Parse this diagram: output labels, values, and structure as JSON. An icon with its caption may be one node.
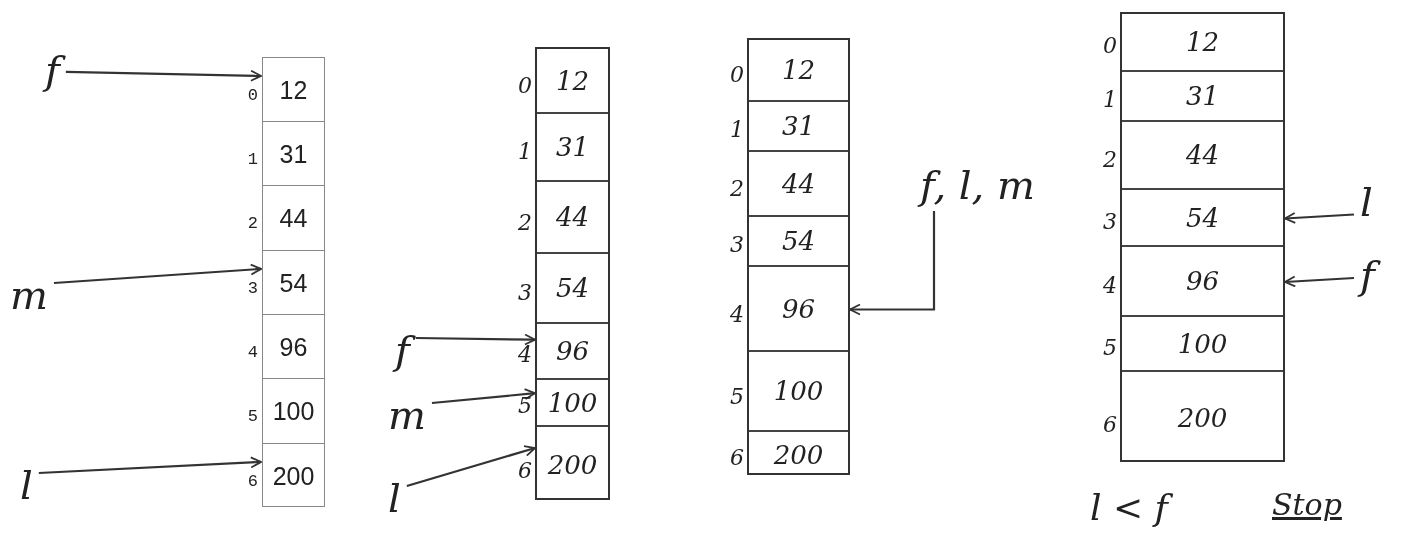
{
  "diagram": {
    "nodes": [
      {
        "text": [],
        "shape": "box"
      },
      {
        "text": [
          "12"
        ],
        "in": 0,
        "beside": [
          "0"
        ]
      },
      {
        "text": [
          "31"
        ],
        "in": 0,
        "beside": [
          "1"
        ]
      },
      {
        "text": [
          "44"
        ],
        "in": 0,
        "beside": [
          "2"
        ]
      },
      {
        "text": [
          "54"
        ],
        "in": 0,
        "beside": [
          "3"
        ]
      },
      {
        "text": [
          "96"
        ],
        "in": 0,
        "beside": [
          "4"
        ]
      },
      {
        "text": [
          "100"
        ],
        "in": 0,
        "beside": [
          "5"
        ]
      },
      {
        "text": [
          "200"
        ],
        "in": 0,
        "beside": [
          "6"
        ]
      },
      {
        "text": [
          "f"
        ]
      },
      {
        "text": [
          "m"
        ]
      },
      {
        "text": [
          "l"
        ]
      },
      {
        "text": [],
        "shape": "box"
      },
      {
        "text": [
          "12"
        ],
        "in": 11,
        "beside": [
          "0"
        ]
      },
      {
        "text": [
          "31"
        ],
        "in": 11,
        "beside": [
          "1"
        ]
      },
      {
        "text": [
          "44"
        ],
        "in": 11,
        "beside": [
          "2"
        ]
      },
      {
        "text": [
          "54"
        ],
        "in": 11,
        "beside": [
          "3"
        ]
      },
      {
        "text": [
          "96"
        ],
        "in": 11,
        "beside": [
          "4"
        ]
      },
      {
        "text": [
          "100"
        ],
        "in": 11,
        "beside": [
          "5"
        ]
      },
      {
        "text": [
          "200"
        ],
        "in": 11,
        "beside": [
          "6"
        ]
      },
      {
        "text": [
          "f"
        ]
      },
      {
        "text": [
          "m"
        ]
      },
      {
        "text": [
          "l"
        ]
      },
      {
        "text": [],
        "shape": "box"
      },
      {
        "text": [
          "12"
        ],
        "in": 22,
        "beside": [
          "0"
        ]
      },
      {
        "text": [
          "31"
        ],
        "in": 22,
        "beside": [
          "1"
        ]
      },
      {
        "text": [
          "44"
        ],
        "in": 22,
        "beside": [
          "2"
        ]
      },
      {
        "text": [
          "54"
        ],
        "in": 22,
        "beside": [
          "3"
        ]
      },
      {
        "text": [
          "96"
        ],
        "in": 22,
        "beside": [
          "4"
        ]
      },
      {
        "text": [
          "100"
        ],
        "in": 22,
        "beside": [
          "5"
        ]
      },
      {
        "text": [
          "200"
        ],
        "in": 22,
        "beside": [
          "6"
        ]
      },
      {
        "text": [
          "f, l, m"
        ]
      },
      {
        "text": [],
        "shape": "box"
      },
      {
        "text": [
          "12"
        ],
        "in": 31,
        "beside": [
          "0"
        ]
      },
      {
        "text": [
          "31"
        ],
        "in": 31,
        "beside": [
          "1"
        ]
      },
      {
        "text": [
          "44"
        ],
        "in": 31,
        "beside": [
          "2"
        ]
      },
      {
        "text": [
          "54"
        ],
        "in": 31,
        "beside": [
          "3"
        ]
      },
      {
        "text": [
          "96"
        ],
        "in": 31,
        "beside": [
          "4"
        ]
      },
      {
        "text": [
          "100"
        ],
        "in": 31,
        "beside": [
          "5"
        ]
      },
      {
        "text": [
          "200"
        ],
        "in": 31,
        "beside": [
          "6"
        ]
      },
      {
        "text": [
          "l"
        ]
      },
      {
        "text": [
          "f"
        ]
      }
    ],
    "edges": [
      {
        "from": 8,
        "to": 1,
        "arrow": "to"
      },
      {
        "from": 9,
        "to": 4,
        "arrow": "to"
      },
      {
        "from": 10,
        "to": 7,
        "arrow": "to"
      },
      {
        "from": 19,
        "to": 16,
        "arrow": "to"
      },
      {
        "from": 20,
        "to": 17,
        "arrow": "to"
      },
      {
        "from": 21,
        "to": 18,
        "arrow": "to"
      },
      {
        "from": 30,
        "to": 27,
        "arrow": "to"
      },
      {
        "from": 39,
        "to": 35,
        "arrow": "to"
      },
      {
        "from": 40,
        "to": 36,
        "arrow": "to"
      }
    ],
    "labels": [
      "l < f",
      "Stop"
    ]
  }
}
